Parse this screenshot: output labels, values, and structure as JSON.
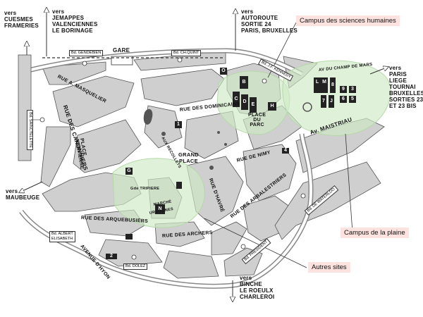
{
  "directions": {
    "north_west": "vers\nJEMAPPES\nVALENCIENNES\nLE BORINAGE",
    "west": "vers\nCUESMES\nFRAMERIES",
    "north": "vers\nAUTOROUTE\nSORTIE 24\nPARIS, BRUXELLES",
    "east": "vers\nPARIS\nLIEGE\nTOURNAI\nBRUXELLES\nSORTIES 23\nET 23 BIS",
    "south_west": "vers\nMAUBEUGE",
    "south": "vers\nBINCHE\nLE ROEULX\nCHARLEROI"
  },
  "callouts": {
    "sciences_humaines": "Campus des sciences humaines",
    "plaine": "Campus de la plaine",
    "autres_sites": "Autres sites"
  },
  "streets": {
    "gare": "GARE",
    "masquelier": "RUE A. MASQUELIER",
    "canonniers": "RUE DES CANONNIERS",
    "nervienne": "PLACE\nNERVIENNE",
    "dominicains": "RUE DES DOMINICAINS",
    "grand_place": "GRAND\nPLACE",
    "nimy": "RUE DE NIMY",
    "place_du_parc": "PLACE\nDU\nPARC",
    "maistriau": "Av. MAISTRIAU",
    "champ_de_mars": "AV DU CHAMP DE MARS",
    "arbalestriers": "RUE DES ARBALESTRIERS",
    "havre": "RUE D'HAVRÉ",
    "arquebusiers": "RUE DES ARQUEBUSIERS",
    "archers": "RUE DES ARCHERS",
    "avenue_hyon": "AVENUE D'HYON",
    "tripiere": "Gde TRIPIERE",
    "marche": "MARCHÉ",
    "recollets": "AUX RECOLLETS",
    "ursulines": "URSULINES"
  },
  "boulevards": {
    "gendebien": "Bd. GENDEBIEN",
    "charles_quint": "Bd. CH.QUINT",
    "albert_elisabeth": "Bd. ALBERT\nELISABETH",
    "dolez": "Bd. DOLEZ",
    "kennedy": "Bd. J.F. KENNEDY",
    "sainctelette": "Bd. SAINCTELETTE",
    "waterloo": "Bd. DE WATERLOO",
    "president_kennedy": "Bd. PRÉSIDENT"
  },
  "buildings": {
    "b": "B",
    "c": "C",
    "d": "D",
    "e": "E",
    "g": "G",
    "h": "H",
    "l": "L",
    "m": "M",
    "n": "N",
    "o": "O",
    "j": "J",
    "num_1": "1",
    "num_2": "2",
    "num_3": "3",
    "num_4": "4",
    "num_5": "5",
    "num_6": "6",
    "num_7": "7",
    "num_8": "8",
    "num_9": "9"
  }
}
